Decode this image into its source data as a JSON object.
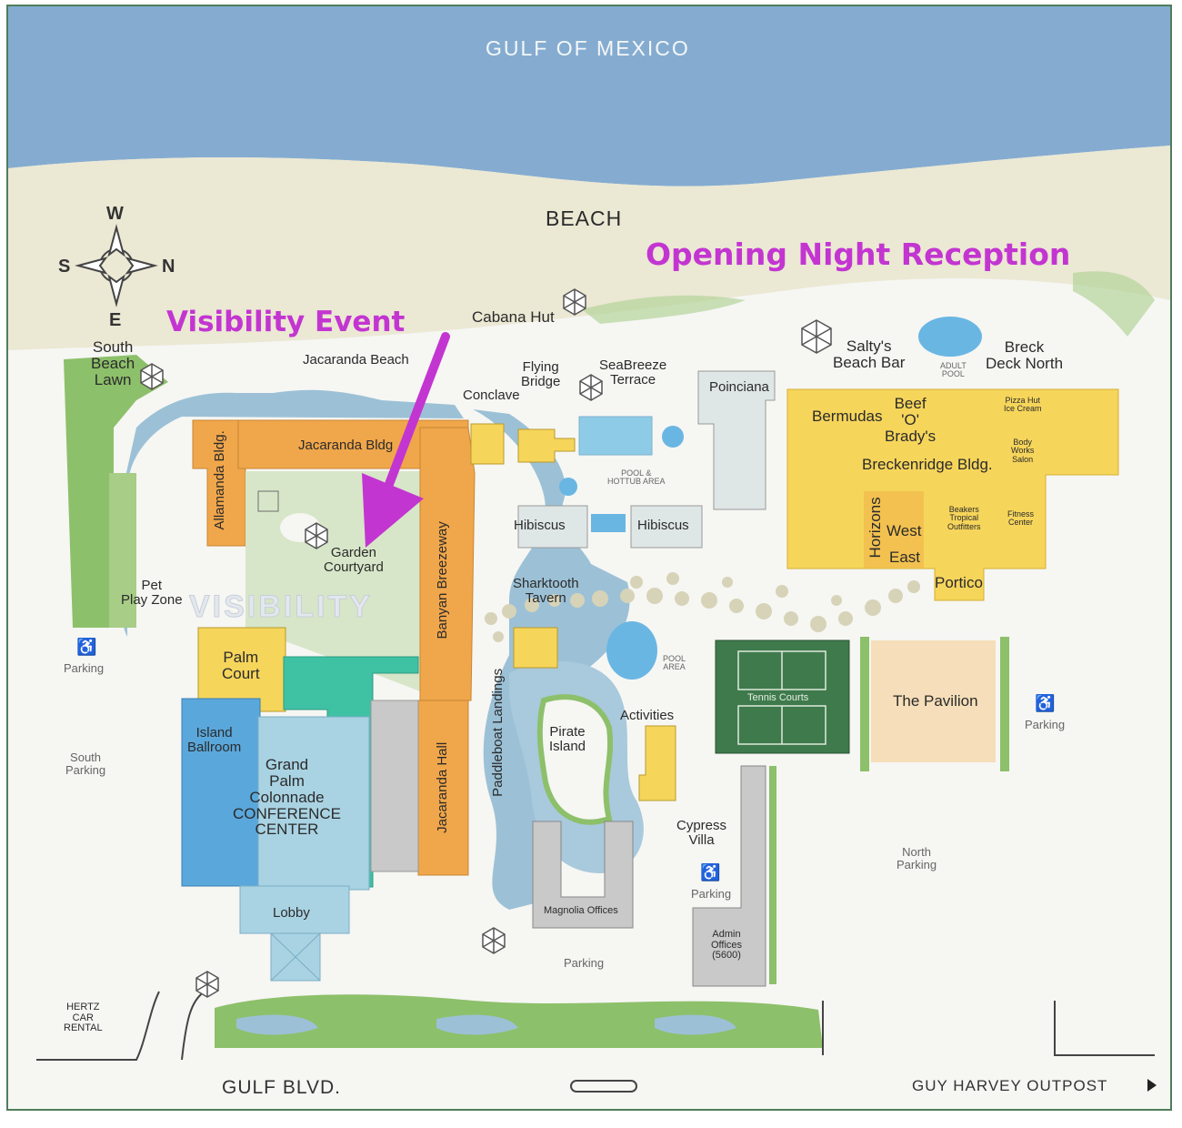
{
  "header": {
    "water": "GULF OF MEXICO",
    "beach": "BEACH"
  },
  "annotations": {
    "opening": "Opening Night Reception",
    "visibility": "Visibility Event",
    "visibility_sign": "VISIBILITY"
  },
  "compass": {
    "w": "W",
    "s": "S",
    "n": "N",
    "e": "E"
  },
  "roads": {
    "gulf_blvd": "GULF BLVD.",
    "guy_harvey": "GUY HARVEY OUTPOST"
  },
  "places": {
    "cabana_hut": "Cabana Hut",
    "south_beach_lawn": "South\nBeach\nLawn",
    "jacaranda_beach": "Jacaranda Beach",
    "conclave": "Conclave",
    "flying_bridge": "Flying\nBridge",
    "seabreeze_terrace": "SeaBreeze\nTerrace",
    "poinciana": "Poinciana",
    "saltys": "Salty's\nBeach Bar",
    "adult_pool": "ADULT\nPOOL",
    "breck_deck": "Breck\nDeck North",
    "bermudas": "Bermudas",
    "beef_o_bradys": "Beef\n'O'\nBrady's",
    "pizza_hut": "Pizza Hut\nIce Cream",
    "body_works": "Body\nWorks\nSalon",
    "breckenridge": "Breckenridge Bldg.",
    "horizons": "Horizons",
    "west": "West",
    "east": "East",
    "beakers": "Beakers\nTropical\nOutfitters",
    "fitness": "Fitness\nCenter",
    "portico": "Portico",
    "allamanda": "Allamanda Bldg.",
    "jacaranda_bldg": "Jacaranda Bldg",
    "garden_courtyard": "Garden\nCourtyard",
    "banyan": "Banyan Breezeway",
    "pool_hottub": "POOL &\nHOTTUB AREA",
    "hibiscus_left": "Hibiscus",
    "hibiscus_right": "Hibiscus",
    "pet_play": "Pet\nPlay Zone",
    "sharktooth": "Sharktooth\nTavern",
    "pool_area": "POOL\nAREA",
    "tennis": "Tennis Courts",
    "pavilion": "The Pavilion",
    "parking_east": "Parking",
    "parking_west": "Parking",
    "palm_court": "Palm\nCourt",
    "island_ballroom": "Island\nBallroom",
    "conference": "Grand\nPalm\nColonnade\nCONFERENCE\nCENTER",
    "south_parking": "South\nParking",
    "paddleboat": "Paddleboat Landings",
    "jacaranda_hall": "Jacaranda Hall",
    "pirate_island": "Pirate\nIsland",
    "activities": "Activities",
    "cypress_villa": "Cypress\nVilla",
    "north_parking": "North\nParking",
    "parking_mid": "Parking",
    "magnolia": "Magnolia Offices",
    "admin": "Admin\nOffices\n(5600)",
    "lobby": "Lobby",
    "parking_bottom": "Parking",
    "hertz": "HERTZ\nCAR\nRENTAL"
  },
  "colors": {
    "water": "#7fa9cc",
    "sand": "#ebe8d6",
    "green": "#8dc06a",
    "orange": "#f0a64a",
    "yellow": "#f6d55b",
    "teal": "#3fc1a4",
    "blue": "#5aa7db",
    "lightblue": "#a9d3e3",
    "gray": "#c9c9c9",
    "tennis": "#3f7a4c",
    "pavilion": "#f5deb9",
    "accent": "#c335d1"
  }
}
